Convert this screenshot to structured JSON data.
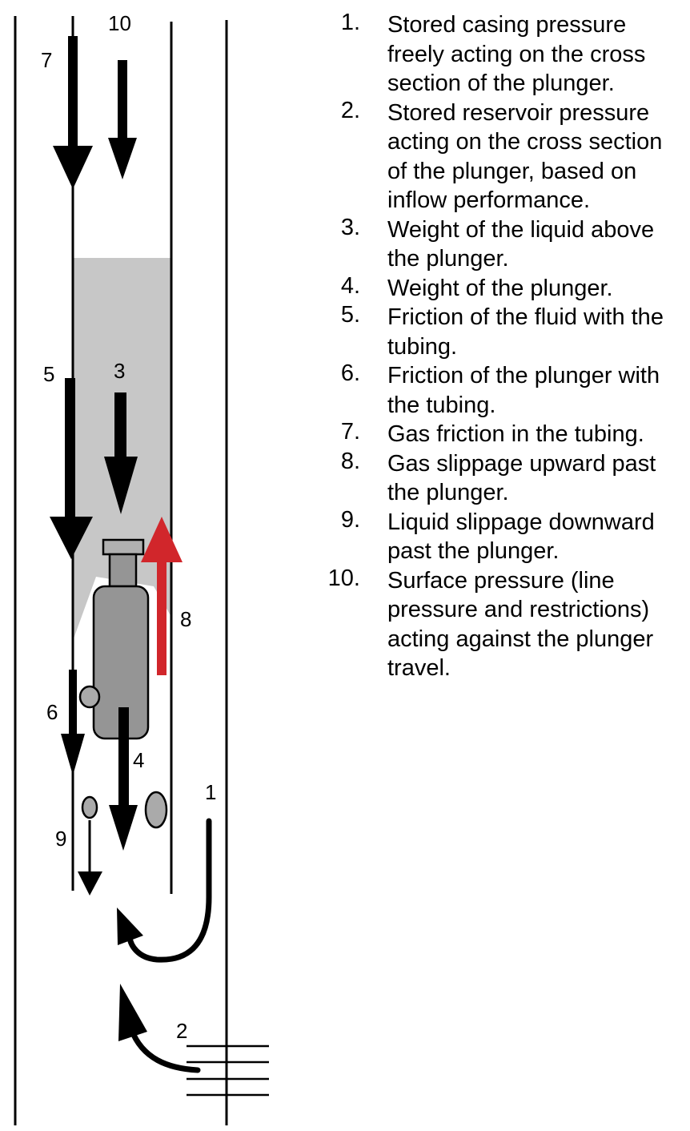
{
  "diagram": {
    "labels": [
      "1",
      "2",
      "3",
      "4",
      "5",
      "6",
      "7",
      "8",
      "9",
      "10"
    ],
    "colors": {
      "line": "#000000",
      "liquid": "#c7c7c7",
      "plunger_body": "#959595",
      "plunger_cap": "#b0b0b0",
      "bubble": "#aaaaaa",
      "gas_slippage_arrow": "#d1262b"
    }
  },
  "legend": {
    "items": [
      {
        "number": "1.",
        "text": "Stored casing pressure freely acting on the cross section of the plunger."
      },
      {
        "number": "2.",
        "text": "Stored reservoir pressure acting on the cross section of the plunger, based on inflow performance."
      },
      {
        "number": "3.",
        "text": "Weight of the liquid above the plunger."
      },
      {
        "number": "4.",
        "text": "Weight of the plunger."
      },
      {
        "number": "5.",
        "text": "Friction of the fluid with the tubing."
      },
      {
        "number": "6.",
        "text": "Friction of the plunger with the tubing."
      },
      {
        "number": "7.",
        "text": "Gas friction in the tubing."
      },
      {
        "number": "8.",
        "text": "Gas slippage upward past the plunger."
      },
      {
        "number": "9.",
        "text": "Liquid slippage downward past the plunger."
      },
      {
        "number": "10.",
        "text": "Surface pressure (line pressure and restrictions) acting against the plunger travel."
      }
    ]
  }
}
